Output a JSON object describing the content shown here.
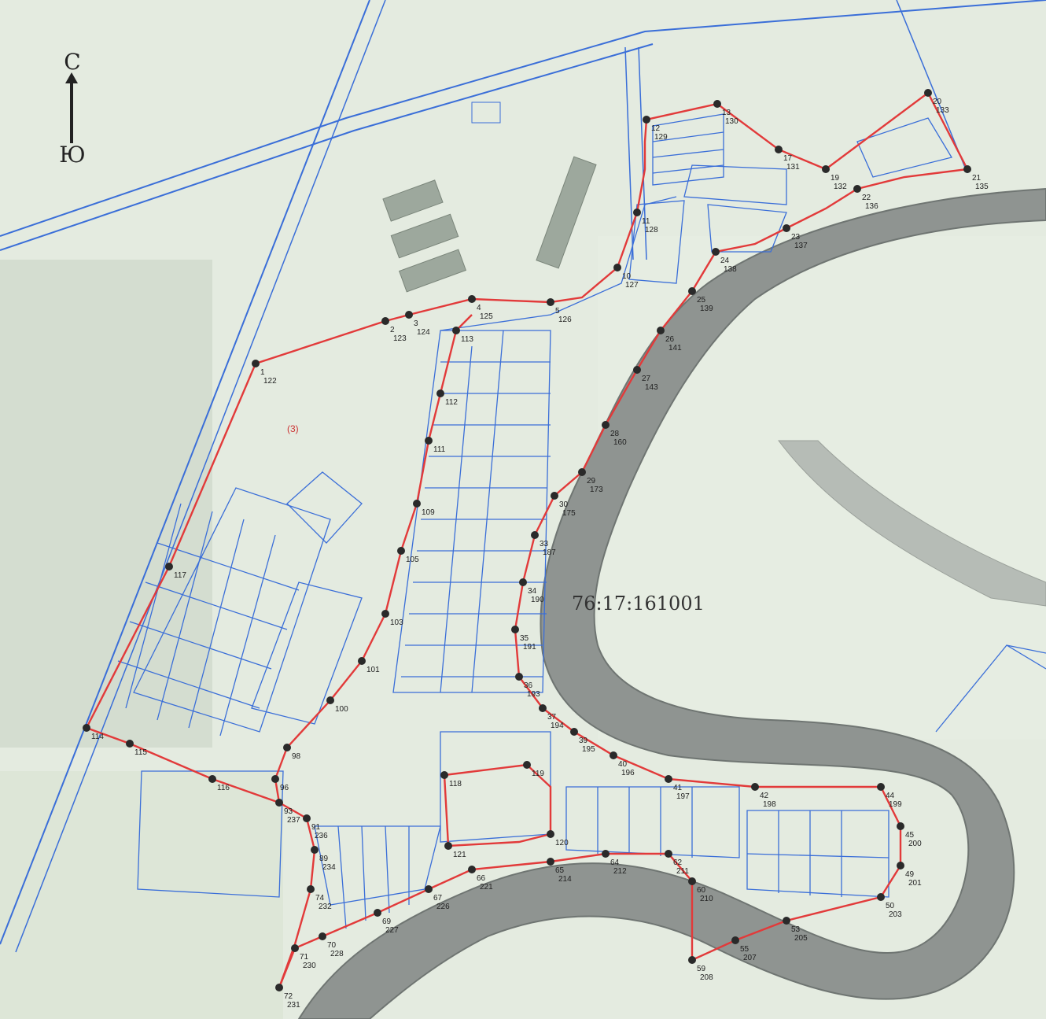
{
  "compass": {
    "north": "С",
    "south": "Ю"
  },
  "parcel_code": "76:17:161001",
  "zone_label": "(3)",
  "colors": {
    "background": "#e7ede3",
    "field": "#dfe8da",
    "river": "#8f9491",
    "river_bank": "#6f7572",
    "parcel_lines": "#3a6ed8",
    "boundary": "#e23a3a",
    "points": "#2a2a2a"
  },
  "point_labels": [
    "1",
    "2",
    "3",
    "4",
    "5",
    "10",
    "11",
    "12",
    "13",
    "17",
    "19",
    "20",
    "21",
    "22",
    "23",
    "24",
    "25",
    "26",
    "27",
    "28",
    "29",
    "30",
    "33",
    "34",
    "35",
    "36",
    "37",
    "39",
    "40",
    "41",
    "42",
    "44",
    "45",
    "49",
    "50",
    "53",
    "55",
    "59",
    "60",
    "62",
    "64",
    "65",
    "66",
    "67",
    "69",
    "70",
    "71",
    "72",
    "74",
    "89",
    "91",
    "93",
    "96",
    "98",
    "100",
    "101",
    "103",
    "105",
    "109",
    "111",
    "112",
    "113",
    "114",
    "115",
    "116",
    "117",
    "118",
    "119",
    "120",
    "121",
    "122",
    "123",
    "124",
    "125",
    "126",
    "127",
    "128",
    "129",
    "130",
    "131",
    "132",
    "133",
    "135",
    "136",
    "137",
    "138",
    "139",
    "141",
    "143",
    "160",
    "173",
    "175",
    "187",
    "190",
    "191",
    "193",
    "194",
    "195",
    "196",
    "197",
    "198",
    "199",
    "200",
    "201",
    "203",
    "205",
    "207",
    "208",
    "210",
    "211",
    "212",
    "214",
    "221",
    "226",
    "227",
    "228",
    "230",
    "231",
    "232",
    "234",
    "236",
    "237"
  ]
}
